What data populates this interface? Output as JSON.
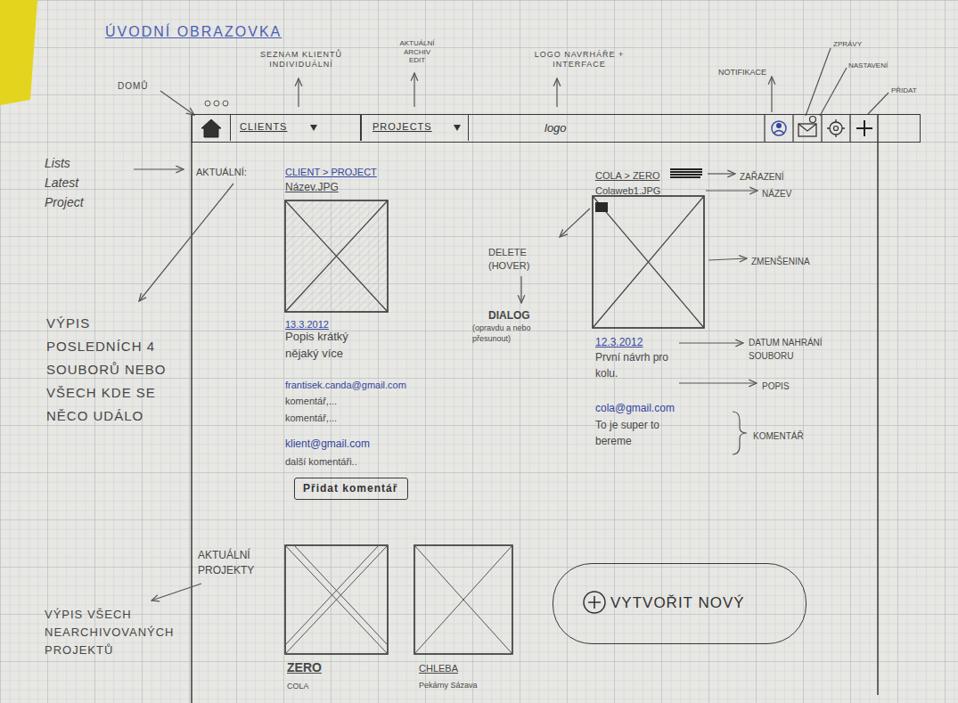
{
  "diagram": {
    "title": "ÚVODNÍ OBRAZOVKA",
    "nodes": [
      {
        "text": [
          "logo"
        ]
      },
      {
        "text": [
          "CLIENTS"
        ],
        "in": 0
      },
      {
        "text": [
          "PROJECTS"
        ],
        "in": 0
      },
      {
        "text": [
          "Přidat komentář"
        ]
      },
      {
        "text": [
          "VYTVOŘIT NOVÝ"
        ]
      }
    ],
    "labels": [
      "SEZNAM KLIENTŮ INDIVIDUÁLNÍ",
      "AKTUÁLNÍ ARCHIV EDIT",
      "LOGO NAVRHÁŘE + INTERFACE",
      "DOMŮ",
      "NOTIFIKACE",
      "ZPRÁVY",
      "NASTAVENÍ",
      "PŘIDAT",
      "Lists Latest Project",
      "AKTUÁLNÍ:",
      "CLIENT > PROJECT",
      "Název.JPG",
      "13.3.2012",
      "Popis krátký nějaký více",
      "frantisek.canda@gmail.com",
      "komentář,... komentář,...",
      "klient@gmail.com",
      "další komentáři..",
      "VÝPIS POSLEDNÍCH 4 SOUBORŮ NEBO VŠECH KDE SE NĚCO UDÁLO",
      "DELETE (HOVER)",
      "DIALOG",
      "(opravdu a nebo přesunout)",
      "COLA > ZERO",
      "ZAŘAZENÍ",
      "Colaweb1.JPG",
      "NÁZEV",
      "ZMENŠENINA",
      "12.3.2012",
      "DATUM NAHRÁNÍ SOUBORU",
      "První návrh pro kolu.",
      "POPIS",
      "cola@gmail.com",
      "To je super to bereme",
      "KOMENTÁŘ",
      "AKTUÁLNÍ PROJEKTY",
      "VÝPIS VŠECH NEARCHIVOVANÝCH PROJEKTŮ",
      "ZERO",
      "COLA",
      "CHLEBA",
      "Pekárny Sázava"
    ]
  }
}
